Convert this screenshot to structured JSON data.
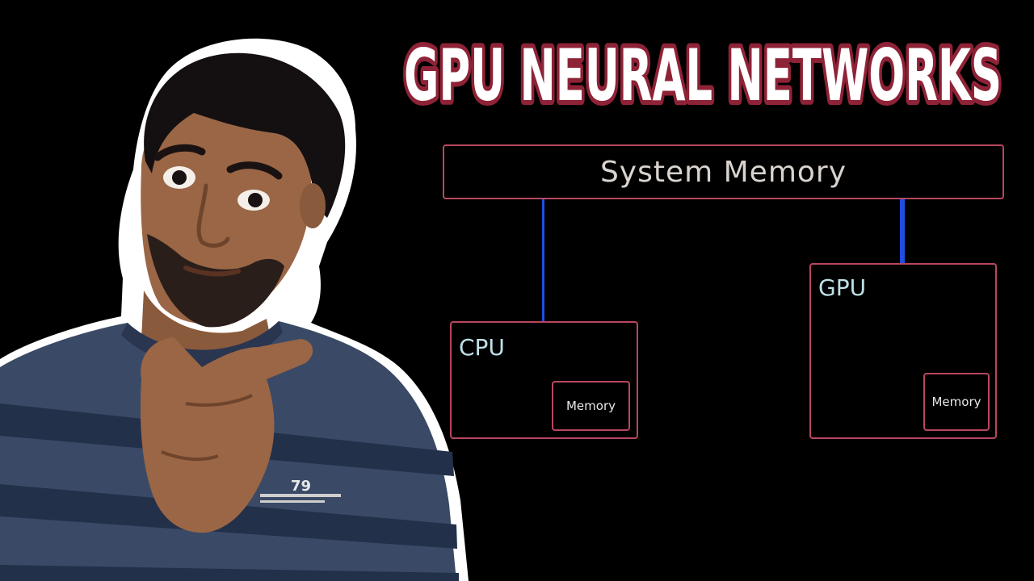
{
  "title": {
    "text": "GPU NEURAL NETWORKS",
    "fill_color": "#ffffff",
    "outline_color": "#8e2236"
  },
  "diagram": {
    "system_memory_label": "System Memory",
    "cpu": {
      "label": "CPU",
      "memory_label": "Memory"
    },
    "gpu": {
      "label": "GPU",
      "memory_label": "Memory"
    },
    "colors": {
      "box_border": "#b8475d",
      "bus_line": "#1f4fe0",
      "label_text": "#bfe0e6",
      "background": "#000000"
    }
  },
  "presenter": {
    "description_icon": "person-thumb-pointing-icon",
    "shirt_print": "79"
  }
}
